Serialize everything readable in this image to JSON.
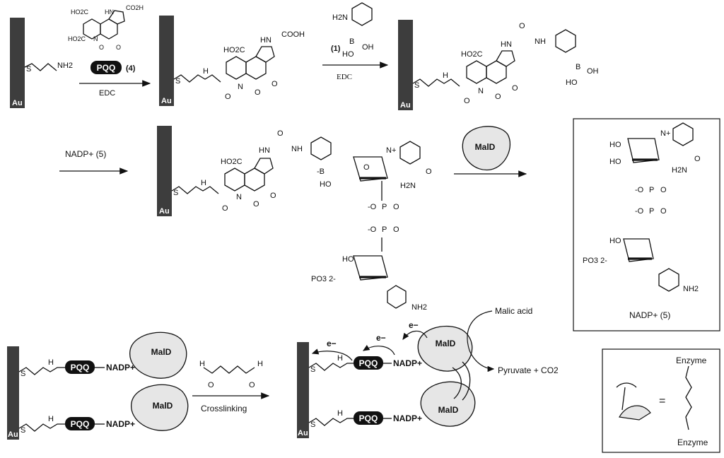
{
  "atoms": {
    "au": "Au",
    "s": "S",
    "nh2": "NH2",
    "nh": "NH",
    "n": "N",
    "h": "H",
    "o": "O",
    "oh": "OH",
    "b": "B",
    "ho": "HO",
    "ho2c": "HO2C",
    "co2h": "CO2H",
    "cooh": "COOH",
    "h2n": "H2N",
    "oplus_p": "O",
    "p": "P",
    "o_minus": "-O",
    "po3": "PO3 2-",
    "nplus": "N+",
    "b_minus": "-B",
    "hn": "HN"
  },
  "labels": {
    "pqq": "PQQ",
    "cmpd4": "(4)",
    "edc1": "EDC",
    "cmpd1": "(1)",
    "edc2": "EDC",
    "nadp_reagent": "NADP+ (5)",
    "mald": "MalD",
    "nadp_box": "NADP+ (5)",
    "nadp_tag": "NADP+",
    "crosslinking": "Crosslinking",
    "malic_acid": "Malic acid",
    "pyruvate": "Pyruvate + CO2",
    "electron": "e−",
    "enzyme": "Enzyme",
    "equals": "="
  },
  "colors": {
    "electrode": "#3d3d3d",
    "enzyme_fill": "#e6e6e6",
    "pill_fill": "#111111",
    "pill_text": "#ffffff",
    "stroke": "#111111"
  }
}
